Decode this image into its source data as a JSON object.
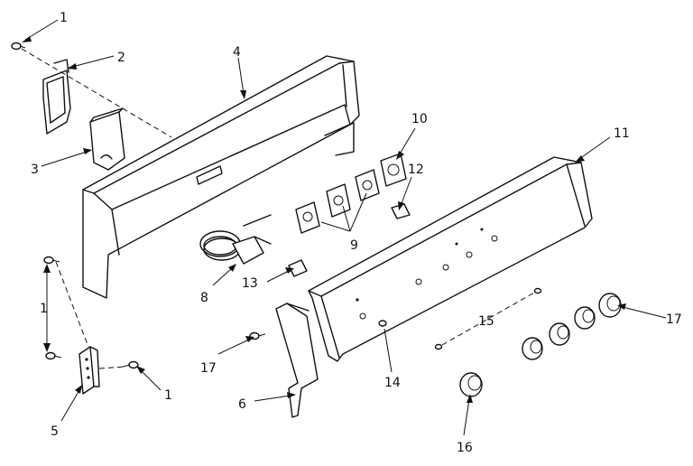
{
  "callouts": {
    "c1a": "1",
    "c2": "2",
    "c3": "3",
    "c4": "4",
    "c1b": "1",
    "c5": "5",
    "c1c": "1",
    "c6": "6",
    "c8": "8",
    "c9": "9",
    "c10": "10",
    "c11": "11",
    "c12": "12",
    "c13": "13",
    "c14": "14",
    "c15": "15",
    "c16": "16",
    "c17a": "17",
    "c17b": "17"
  }
}
